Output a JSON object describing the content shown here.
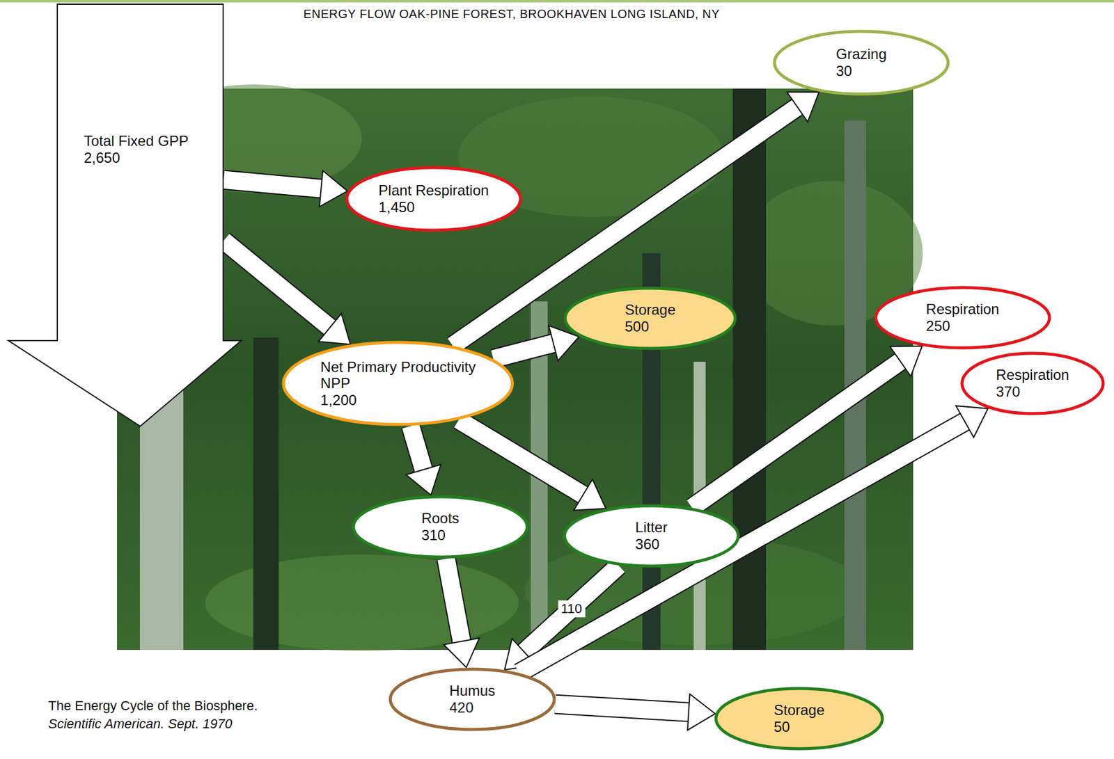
{
  "diagram": {
    "title": "ENERGY FLOW OAK-PINE FOREST, BROOKHAVEN LONG ISLAND, NY",
    "caption": "The Energy Cycle of the Biosphere.",
    "nodes": [
      {
        "text": [
          "Total Fixed GPP",
          "2,650"
        ]
      },
      {
        "text": [
          "Grazing",
          "30"
        ]
      },
      {
        "text": [
          "Plant Respiration",
          "1,450"
        ]
      },
      {
        "text": [
          "Storage",
          "500"
        ]
      },
      {
        "text": [
          "Respiration",
          "250"
        ]
      },
      {
        "text": [
          "Net Primary Productivity",
          "NPP",
          "1,200"
        ]
      },
      {
        "text": [
          "Respiration",
          "370"
        ]
      },
      {
        "text": [
          "Roots",
          "310"
        ]
      },
      {
        "text": [
          "Litter",
          "360"
        ]
      },
      {
        "text": [
          "Humus",
          "420"
        ]
      },
      {
        "text": [
          "Storage",
          "50"
        ]
      }
    ],
    "edges": [
      {
        "from": 0,
        "to": 2,
        "arrow": "to"
      },
      {
        "from": 0,
        "to": 5,
        "arrow": "to"
      },
      {
        "from": 5,
        "to": 1,
        "arrow": "to"
      },
      {
        "from": 5,
        "to": 3,
        "arrow": "to"
      },
      {
        "from": 5,
        "to": 8,
        "arrow": "to"
      },
      {
        "from": 5,
        "to": 7,
        "arrow": "to"
      },
      {
        "from": 8,
        "to": 4,
        "arrow": "to"
      },
      {
        "from": 8,
        "to": 9,
        "label": "110",
        "arrow": "to"
      },
      {
        "from": 7,
        "to": 9,
        "arrow": "to"
      },
      {
        "from": 9,
        "to": 6,
        "arrow": "to"
      },
      {
        "from": 9,
        "to": 10,
        "arrow": "to"
      }
    ],
    "labels": [
      "Scientific American. Sept. 1970"
    ]
  }
}
